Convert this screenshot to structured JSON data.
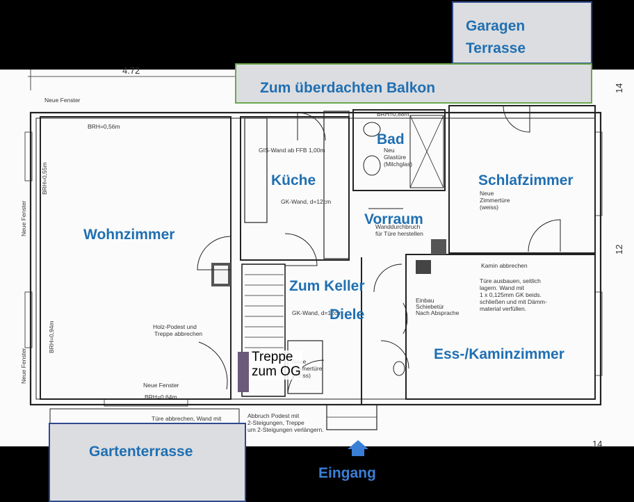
{
  "labels": {
    "garagen_line1": "Garagen",
    "garagen_line2": "Terrasse",
    "balkon": "Zum überdachten Balkon",
    "bad": "Bad",
    "kueche": "Küche",
    "schlafzimmer": "Schlafzimmer",
    "vorraum": "Vorraum",
    "wohnzimmer": "Wohnzimmer",
    "zum_keller": "Zum Keller",
    "diele": "Diele",
    "ess_kaminzimmer": "Ess-/Kaminzimmer",
    "treppe_line1": "Treppe",
    "treppe_line2": "zum OG",
    "gartenterrasse": "Gartenterrasse",
    "eingang": "Eingang"
  },
  "plan_notes": {
    "dim_top": "4.72",
    "neue_fenster_top": "Neue Fenster",
    "brh_056": "BRH=0,56m",
    "brh_055": "BRH=0,55m",
    "neue_fenster_left": "Neue Fenster",
    "neue_fenster_left2": "Neue Fenster",
    "brh_094": "BRH=0,94m",
    "holz_podest_1": "Holz-Podest und",
    "holz_podest_2": "Treppe abbrechen",
    "neue_fenster_bottom": "Neue Fenster",
    "brh_064": "BRH=0,64m",
    "tuere_abbrechen": "Türe abbrechen, Wand mit",
    "gis_wand": "GIS-Wand ab FFB 1,00m",
    "gk_wand_12": "GK-Wand, d=12cm",
    "brh_088": "BRH=0,88m",
    "neu_glastuere_1": "Neu",
    "neu_glastuere_2": "Glastüre",
    "neu_glastuere_3": "(Milchglas)",
    "neue_zimmertuere_1": "Neue",
    "neue_zimmertuere_2": "Zimmertüre",
    "neue_zimmertuere_3": "(weiss)",
    "wanddurchbruch_1": "Wanddurchbruch",
    "wanddurchbruch_2": "für Türe herstellen",
    "kamin_abbrechen": "Kamin abbrechen",
    "tuere_ausbauen_1": "Türe ausbauen, seitlich",
    "tuere_ausbauen_2": "lagern. Wand mit",
    "tuere_ausbauen_3": "1 x 0,125mm GK beids.",
    "tuere_ausbauen_4": "schließen und mit Dämm-",
    "tuere_ausbauen_5": "material verfüllen.",
    "einbau_1": "Einbau",
    "einbau_2": "Schiebetür",
    "einbau_3": "Nach Absprache",
    "gk_wand_diele": "GK-Wand, d=12cm",
    "neue_zimmertuere_diele_1": "Neue",
    "neue_zimmertuere_diele_2": "Zimmertüre",
    "neue_zimmertuere_diele_3": "(weiss)",
    "abbruch_1": "Abbruch Podest mit",
    "abbruch_2": "2-Steigungen, Treppe",
    "abbruch_3": "um 2-Steigungen verlängern.",
    "side_14_top": "14",
    "side_12": "12",
    "side_14_bottom": "14"
  },
  "colors": {
    "label_blue": "#1f6fb2",
    "box_fill": "#dcdde0",
    "box_border_blue": "#2e4a8c",
    "box_border_green": "#6aa84f",
    "arrow_blue": "#3a7fd6"
  }
}
